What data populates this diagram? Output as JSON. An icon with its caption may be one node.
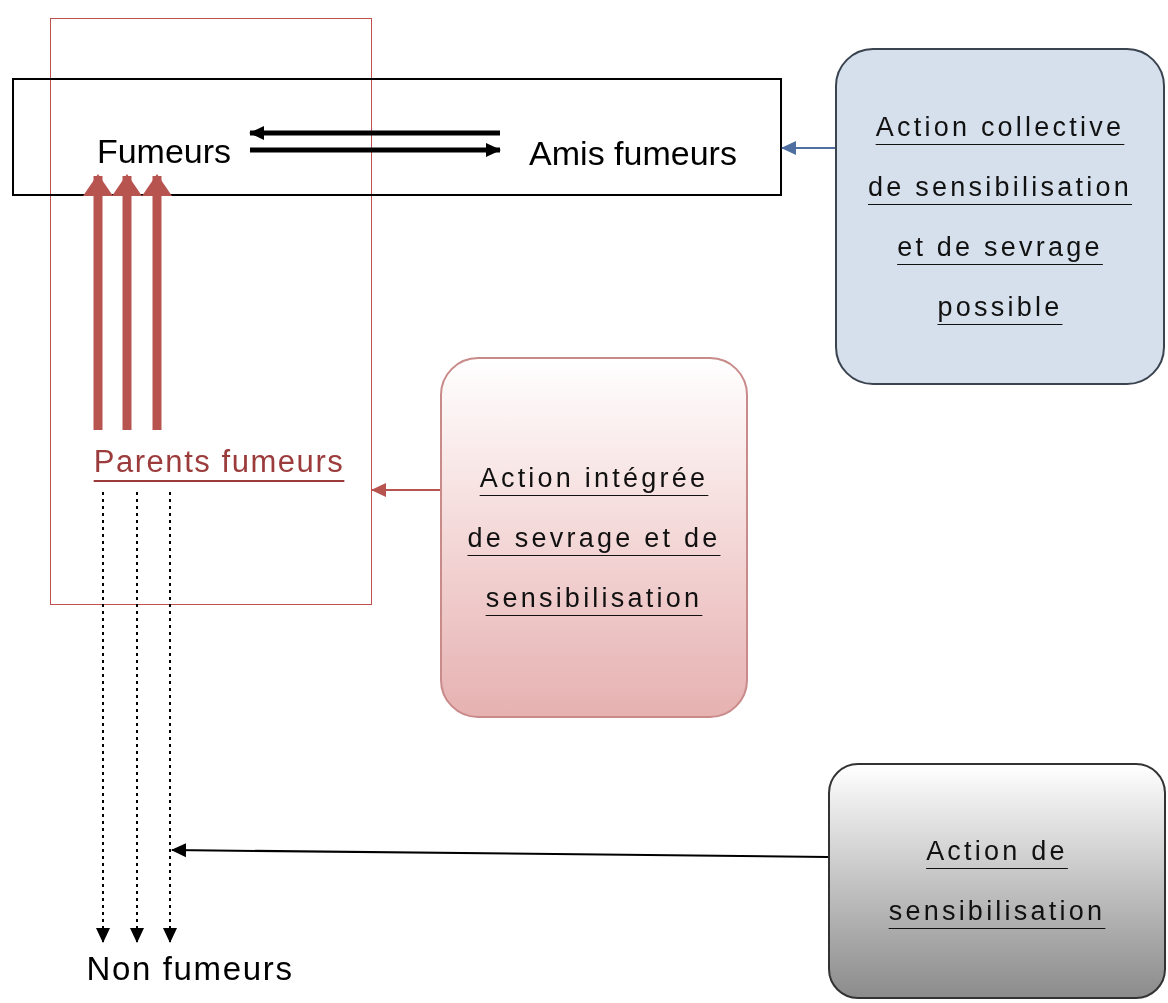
{
  "diagram": {
    "nodes": [
      {
        "text": [],
        "shape": "box"
      },
      {
        "text": [],
        "shape": "box"
      },
      {
        "text": [
          "Fumeurs"
        ]
      },
      {
        "text": [
          "Amis fumeurs"
        ],
        "in": 1
      },
      {
        "text": [
          "Parents fumeurs"
        ],
        "in": 0
      },
      {
        "text": [
          "Non fumeurs"
        ]
      },
      {
        "text": [
          "Action collective de sensibilisation et de sevrage possible"
        ]
      },
      {
        "text": [
          "Action intégrée de sevrage et de sensibilisation"
        ]
      },
      {
        "text": [
          "Action de sensibilisation"
        ]
      }
    ],
    "edges": [
      {
        "from": 3,
        "to": 2,
        "arrow": "to",
        "style": "thick"
      },
      {
        "from": 2,
        "to": 3,
        "arrow": "to",
        "style": "thick"
      },
      {
        "from": 6,
        "to": 1,
        "arrow": "to",
        "color": "#4f6fa0"
      },
      {
        "from": 4,
        "to": 2,
        "arrow": "to",
        "style": "thick",
        "color": "#b85450"
      },
      {
        "from": 4,
        "to": 2,
        "arrow": "to",
        "style": "thick",
        "color": "#b85450"
      },
      {
        "from": 4,
        "to": 2,
        "arrow": "to",
        "style": "thick",
        "color": "#b85450"
      },
      {
        "from": 4,
        "to": 5,
        "arrow": "to",
        "style": "dashed"
      },
      {
        "from": 4,
        "to": 5,
        "arrow": "to",
        "style": "dashed"
      },
      {
        "from": 4,
        "to": 5,
        "arrow": "to",
        "style": "dashed"
      },
      {
        "from": 7,
        "to": 4,
        "arrow": "to",
        "color": "#b85450"
      },
      {
        "from": 8,
        "to": null,
        "arrow": "to"
      }
    ]
  }
}
